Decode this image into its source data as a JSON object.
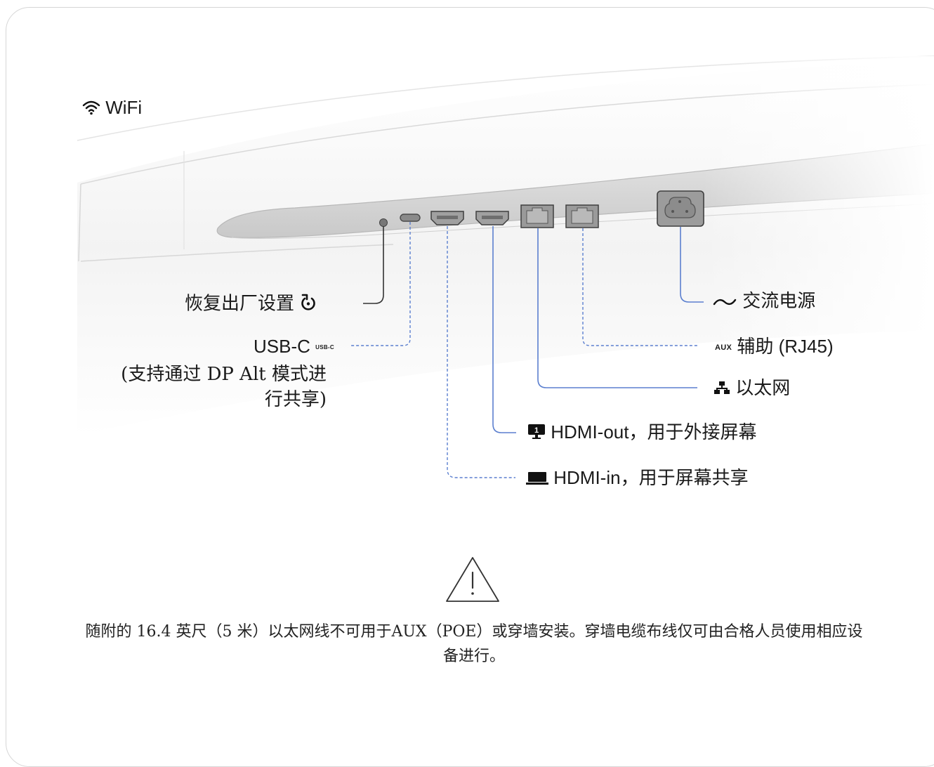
{
  "labels": {
    "wifi": "WiFi",
    "reset": "恢复出厂设置",
    "usbc": "USB-C",
    "usbc_tag": "USB-C",
    "usbc_note": "(支持通过 DP Alt 模式进行共享)",
    "power": "交流电源",
    "aux_tag": "AUX",
    "aux": "辅助 (RJ45)",
    "ethernet": "以太网",
    "hdmi_out": "HDMI-out，用于外接屏幕",
    "hdmi_in": "HDMI-in，用于屏幕共享"
  },
  "warning": {
    "text": "随附的 16.4 英尺（5 米）以太网线不可用于AUX（POE）或穿墙安装。穿墙电缆布线仅可由合格人员使用相应设备进行。"
  },
  "colors": {
    "line_solid": "#5b7fcf",
    "line_dashed": "#5b7fcf",
    "reset_line": "#333333",
    "device_outline": "#c8c8c8",
    "port_fill": "#9a9a9a"
  },
  "icons": [
    "wifi-icon",
    "reset-icon",
    "usb-c-icon",
    "ac-wave-icon",
    "ethernet-icon",
    "monitor-icon",
    "laptop-icon",
    "warning-icon"
  ]
}
